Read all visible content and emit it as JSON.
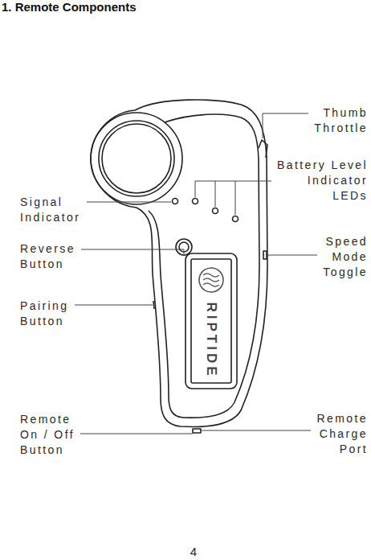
{
  "diagram": {
    "title": "1. Remote Components",
    "labels": [
      "Thumb Throttle",
      "Battery Level Indicator LEDs",
      "Signal Indicator",
      "Speed Mode Toggle",
      "Reverse Button",
      "Pairing Button",
      "Remote On / Off Button",
      "Remote Charge Port",
      "RIPTIDE",
      "4"
    ]
  }
}
